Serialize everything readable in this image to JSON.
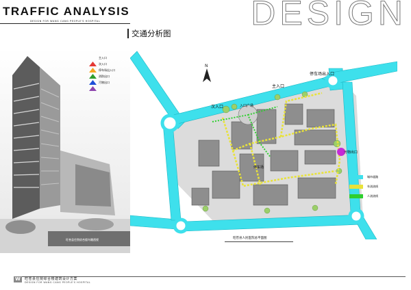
{
  "header": {
    "title": "TRAFFIC ANALYSIS",
    "subtitle": "DESIGN FOR WANG CANG PEOPLE'S HOSPITAL",
    "watermark": "DESIGN"
  },
  "section_title": "交通分析图",
  "legend": [
    {
      "label": "主入口",
      "color": "#e53935",
      "icon": "red-arrow-icon"
    },
    {
      "label": "次入口",
      "color": "#f5a623",
      "icon": "orange-arrow-icon"
    },
    {
      "label": "停车场出入口",
      "color": "#2e9e2e",
      "icon": "green-arrow-icon"
    },
    {
      "label": "消防出口",
      "color": "#1e4fd8",
      "icon": "blue-arrow-icon"
    },
    {
      "label": "污物出口",
      "color": "#8e44ad",
      "icon": "purple-arrow-icon"
    }
  ],
  "building_caption": "旺苍县住院综合楼鸟瞰透视",
  "plan_labels": {
    "main_entrance": "主入口",
    "secondary_entrance": "次入口",
    "parking_entrance": "停车场出入口",
    "waste_exit": "污物出口",
    "entrance_plaza": "入口广场",
    "parking": "停车场"
  },
  "plan_legend": [
    {
      "label": "城市道路",
      "color": "#3ee0ec"
    },
    {
      "label": "车流流线",
      "color": "#e8e23a"
    },
    {
      "label": "人流流线",
      "color": "#2fcf2f"
    }
  ],
  "plan_title": "旺苍县人民医院总平面图",
  "footer": {
    "logo": "W",
    "cn": "旺苍县住院综合楼建筑设计方案",
    "en": "DESIGN FOR WANG CANG PEOPLE'S HOSPITAL"
  },
  "colors": {
    "road": "#3ee0ec",
    "vehicle_flow": "#e8e23a",
    "pedestrian_flow": "#2fcf2f",
    "waste_marker": "#c429d6",
    "ground": "#dcdcdc",
    "building": "#8e8e8e"
  }
}
